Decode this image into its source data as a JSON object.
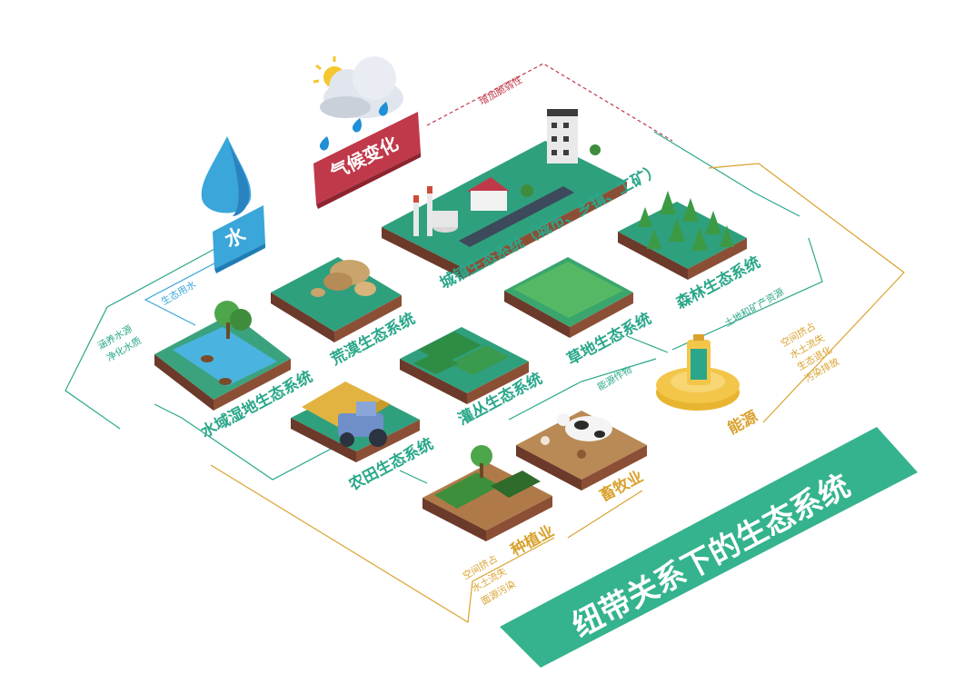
{
  "title": "纽带关系下的生态系统",
  "colors": {
    "green": "#2aa78a",
    "yellow": "#d9a22e",
    "blue": "#3aa6d9",
    "red": "#c0394a"
  },
  "labels": {
    "climate": "气候变化",
    "water": "水",
    "energy": "能源",
    "wetland": "水域湿地生态系统",
    "desert": "荒漠生态系统",
    "urban": "城镇生态系统（城市、乡镇、工矿）",
    "forest": "森林生态系统",
    "grass": "草地生态系统",
    "shrub": "灌丛生态系统",
    "farmland": "农田生态系统",
    "planting": "种植业",
    "livestock": "畜牧业"
  },
  "notes": {
    "vulnerability": "增加脆弱性",
    "eco_water": "生态用水",
    "water_care_1": "涵养水源",
    "water_care_2": "净化水质",
    "land_mineral": "土地和矿产资源",
    "energy_crops": "能源作物",
    "energy_impact_1": "空间挤占",
    "energy_impact_2": "水土流失",
    "energy_impact_3": "生态退化",
    "energy_impact_4": "污染排放",
    "agri_impact_1": "空间挤占",
    "agri_impact_2": "水土流失",
    "agri_impact_3": "面源污染"
  }
}
